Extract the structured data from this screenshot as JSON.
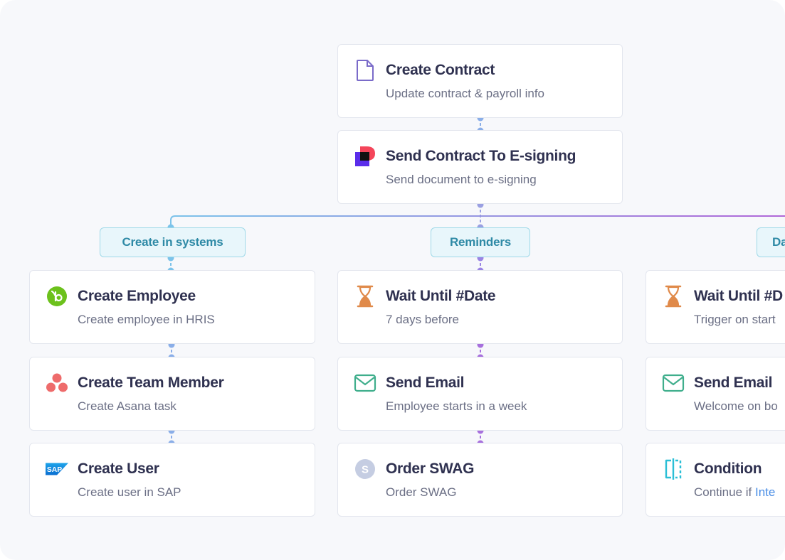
{
  "workflow": {
    "top": [
      {
        "title": "Create Contract",
        "subtitle": "Update contract & payroll info",
        "icon": "document-icon"
      },
      {
        "title": "Send Contract To E-signing",
        "subtitle": "Send document to e-signing",
        "icon": "esign-logo-icon"
      }
    ],
    "branches": [
      {
        "label": "Create in systems"
      },
      {
        "label": "Reminders"
      },
      {
        "label": "Da"
      }
    ],
    "col1": [
      {
        "title": "Create Employee",
        "subtitle": "Create employee in HRIS",
        "icon": "hris-logo-icon"
      },
      {
        "title": "Create Team Member",
        "subtitle": "Create Asana task",
        "icon": "asana-logo-icon"
      },
      {
        "title": "Create User",
        "subtitle": "Create user in SAP",
        "icon": "sap-logo-icon"
      }
    ],
    "col2": [
      {
        "title": "Wait Until #Date",
        "subtitle": "7 days before",
        "icon": "hourglass-icon"
      },
      {
        "title": "Send Email",
        "subtitle": "Employee starts in a week",
        "icon": "mail-icon"
      },
      {
        "title": "Order SWAG",
        "subtitle": "Order SWAG",
        "icon": "swag-icon"
      }
    ],
    "col3": [
      {
        "title": "Wait Until #D",
        "subtitle": "Trigger on start",
        "icon": "hourglass-icon"
      },
      {
        "title": "Send Email",
        "subtitle": "Welcome on bo",
        "icon": "mail-icon"
      },
      {
        "title": "Condition",
        "subtitle": "Continue if ",
        "subtitle_link": "Inte",
        "icon": "condition-icon"
      }
    ],
    "icons": {
      "sap_text": "SAP",
      "swag_letter": "S"
    },
    "colors": {
      "connector_blue": "#8aaee8",
      "connector_purple": "#a770dd",
      "branch_line_start": "#7cc3ea",
      "branch_line_end": "#b067d8",
      "hourglass": "#e08a4a",
      "mail": "#3fae8c",
      "condition": "#2bbfd6",
      "asana": "#ee6b6b",
      "hris": "#6cc11c"
    }
  }
}
